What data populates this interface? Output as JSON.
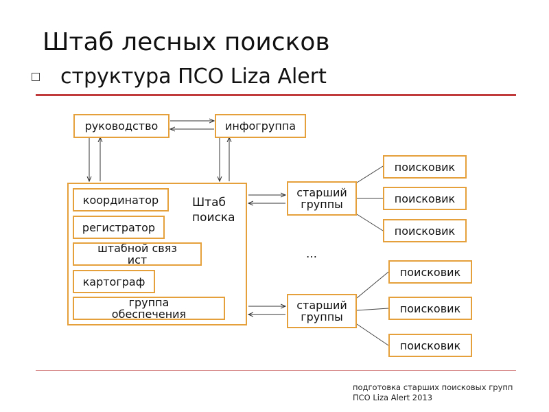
{
  "title": "Штаб лесных поисков",
  "subtitle": "структура ПСО Liza Alert",
  "diagram": {
    "management": "руководство",
    "infogroup": "инфогруппа",
    "hq_label": "Штаб\nпоиска",
    "hq_roles": [
      "координатор",
      "регистратор",
      "штабной связист",
      "картограф",
      "группа обеспечения"
    ],
    "group_leader_top": "старший группы",
    "group_leader_bottom": "старший группы",
    "searchers_top": [
      "поисковик",
      "поисковик",
      "поисковик"
    ],
    "searchers_bottom": [
      "поисковик",
      "поисковик",
      "поисковик"
    ],
    "ellipsis": "…"
  },
  "footer": "подготовка старших поисковых групп\nПСО Liza Alert 2013",
  "colors": {
    "box_border": "#e5a03b",
    "rule": "#c0393b"
  }
}
